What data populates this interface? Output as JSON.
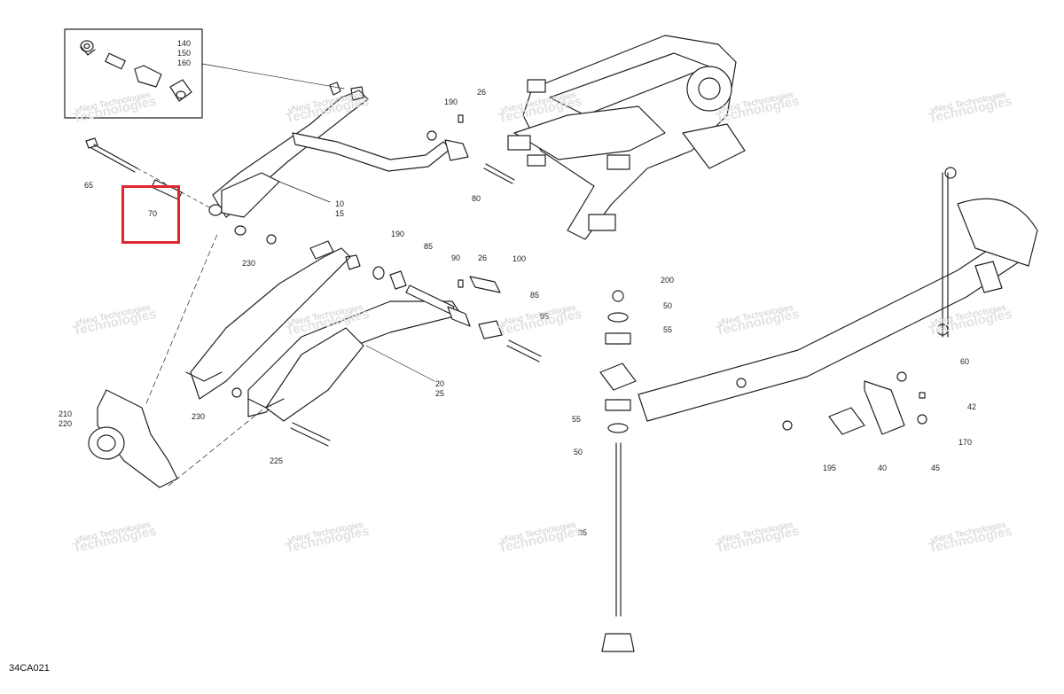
{
  "diagram": {
    "diagram_id": "34CA021",
    "watermark_line1": "vNext Technologies",
    "watermark_line2": "Technologies",
    "highlight_color": "#e0262c",
    "inset_labels": [
      "140",
      "150",
      "160"
    ],
    "callouts": [
      {
        "id": "65",
        "label": "65"
      },
      {
        "id": "70",
        "label": "70"
      },
      {
        "id": "10-15",
        "label": "10\n15"
      },
      {
        "id": "190a",
        "label": "190"
      },
      {
        "id": "26a",
        "label": "26"
      },
      {
        "id": "80",
        "label": "80"
      },
      {
        "id": "230a",
        "label": "230"
      },
      {
        "id": "190b",
        "label": "190"
      },
      {
        "id": "85a",
        "label": "85"
      },
      {
        "id": "90",
        "label": "90"
      },
      {
        "id": "26b",
        "label": "26"
      },
      {
        "id": "100",
        "label": "100"
      },
      {
        "id": "85b",
        "label": "85"
      },
      {
        "id": "95",
        "label": "95"
      },
      {
        "id": "20-25",
        "label": "20\n25"
      },
      {
        "id": "210-220",
        "label": "210\n220"
      },
      {
        "id": "230b",
        "label": "230"
      },
      {
        "id": "225",
        "label": "225"
      },
      {
        "id": "200",
        "label": "200"
      },
      {
        "id": "50a",
        "label": "50"
      },
      {
        "id": "55a",
        "label": "55"
      },
      {
        "id": "55b",
        "label": "55"
      },
      {
        "id": "50b",
        "label": "50"
      },
      {
        "id": "35",
        "label": "35"
      },
      {
        "id": "60",
        "label": "60"
      },
      {
        "id": "42",
        "label": "42"
      },
      {
        "id": "170",
        "label": "170"
      },
      {
        "id": "195",
        "label": "195"
      },
      {
        "id": "40",
        "label": "40"
      },
      {
        "id": "45",
        "label": "45"
      }
    ]
  }
}
